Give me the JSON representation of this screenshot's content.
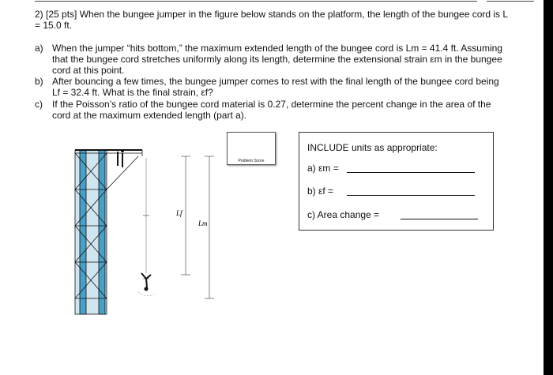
{
  "question": {
    "number": "2)",
    "points": "[25 pts]",
    "stem": "When the bungee jumper in the figure below stands on the platform, the length of the bungee cord is L = 15.0 ft.",
    "parts": [
      {
        "label": "a)",
        "text": "When the jumper “hits bottom,” the maximum extended length of the bungee cord is Lm = 41.4 ft. Assuming that the bungee cord stretches uniformly along its length, determine the extensional strain εm in the bungee cord at this point."
      },
      {
        "label": "b)",
        "text": "After bouncing a few times, the bungee jumper comes to rest with the final length of the bungee cord being Lf = 32.4 ft. What is the final strain, εf?"
      },
      {
        "label": "c)",
        "text": "If the Poisson’s ratio of the bungee cord material is 0.27, determine the percent change in the area of the cord at the maximum extended length (part a)."
      }
    ]
  },
  "score_box": {
    "label": "Problem Score"
  },
  "answer_box": {
    "title": "INCLUDE units as appropriate:",
    "rows": [
      {
        "label": "a)",
        "symbol": "εm ="
      },
      {
        "label": "b)",
        "symbol": "εf ="
      },
      {
        "label": "c)",
        "symbol": "Area change ="
      }
    ]
  },
  "figure": {
    "label_lf": "Lf",
    "label_lm": "Lm"
  }
}
